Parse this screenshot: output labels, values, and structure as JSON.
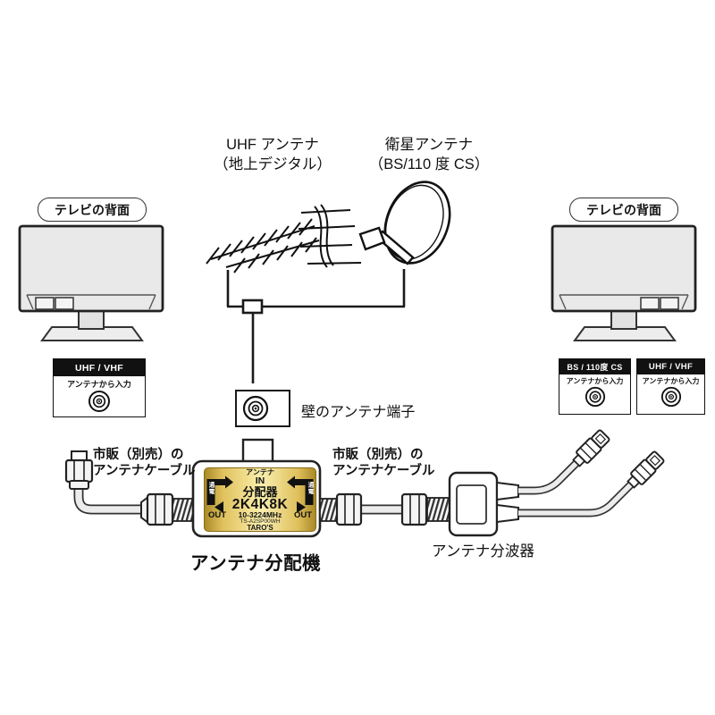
{
  "labels": {
    "uhf_antenna": {
      "line1": "UHF アンテナ",
      "line2": "（地上デジタル）"
    },
    "satellite_antenna": {
      "line1": "衛星アンテナ",
      "line2": "（BS/110 度 CS）"
    },
    "tv_back_left": "テレビの背面",
    "tv_back_right": "テレビの背面",
    "wall_terminal": "壁のアンテナ端子",
    "cable_left": {
      "line1": "市販（別売）の",
      "line2": "アンテナケーブル"
    },
    "cable_right": {
      "line1": "市販（別売）の",
      "line2": "アンテナケーブル"
    },
    "splitter_caption": "アンテナ分配機",
    "separator_caption": "アンテナ分波器"
  },
  "panels": {
    "left_uhf": {
      "header": "UHF / VHF",
      "sub": "アンテナから入力"
    },
    "right_bs": {
      "header": "BS / 110度 CS",
      "sub": "アンテナから入力"
    },
    "right_uhf": {
      "header": "UHF / VHF",
      "sub": "アンテナから入力"
    }
  },
  "splitter_face": {
    "antenna": "アンテナ",
    "in": "IN",
    "device": "分配器",
    "spec": "2K4K8K",
    "range": "10-3224MHz",
    "model": "TS-A2SP00WH",
    "brand": "TARO'S",
    "out_left": "OUT",
    "out_right": "OUT",
    "power_left": "通電",
    "power_right": "通電"
  },
  "colors": {
    "line_art": "#1a1a1a",
    "tv_fill": "#e9e9e9",
    "panel_header_bg": "#111111",
    "gold_edge": "#a98a28",
    "gold_mid": "#dfc05c",
    "gold_center": "#f6e69c"
  }
}
